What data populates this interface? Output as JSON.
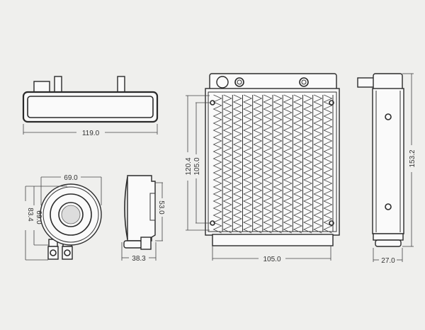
{
  "dimensions": {
    "top_view_width": "119.0",
    "pump_width": "69.0",
    "pump_height_inner": "69.0",
    "pump_height_total": "83.4",
    "pump_side_height": "53.0",
    "pump_side_depth": "38.3",
    "radiator_height_outer": "120.4",
    "radiator_hole_spacing_vertical": "105.0",
    "radiator_hole_spacing_horizontal": "105.0",
    "radiator_total_height": "153.2",
    "radiator_thickness": "27.0"
  },
  "colors": {
    "background": "#efefed",
    "line": "#2a2a2a"
  },
  "radiator_fin_columns": 12
}
